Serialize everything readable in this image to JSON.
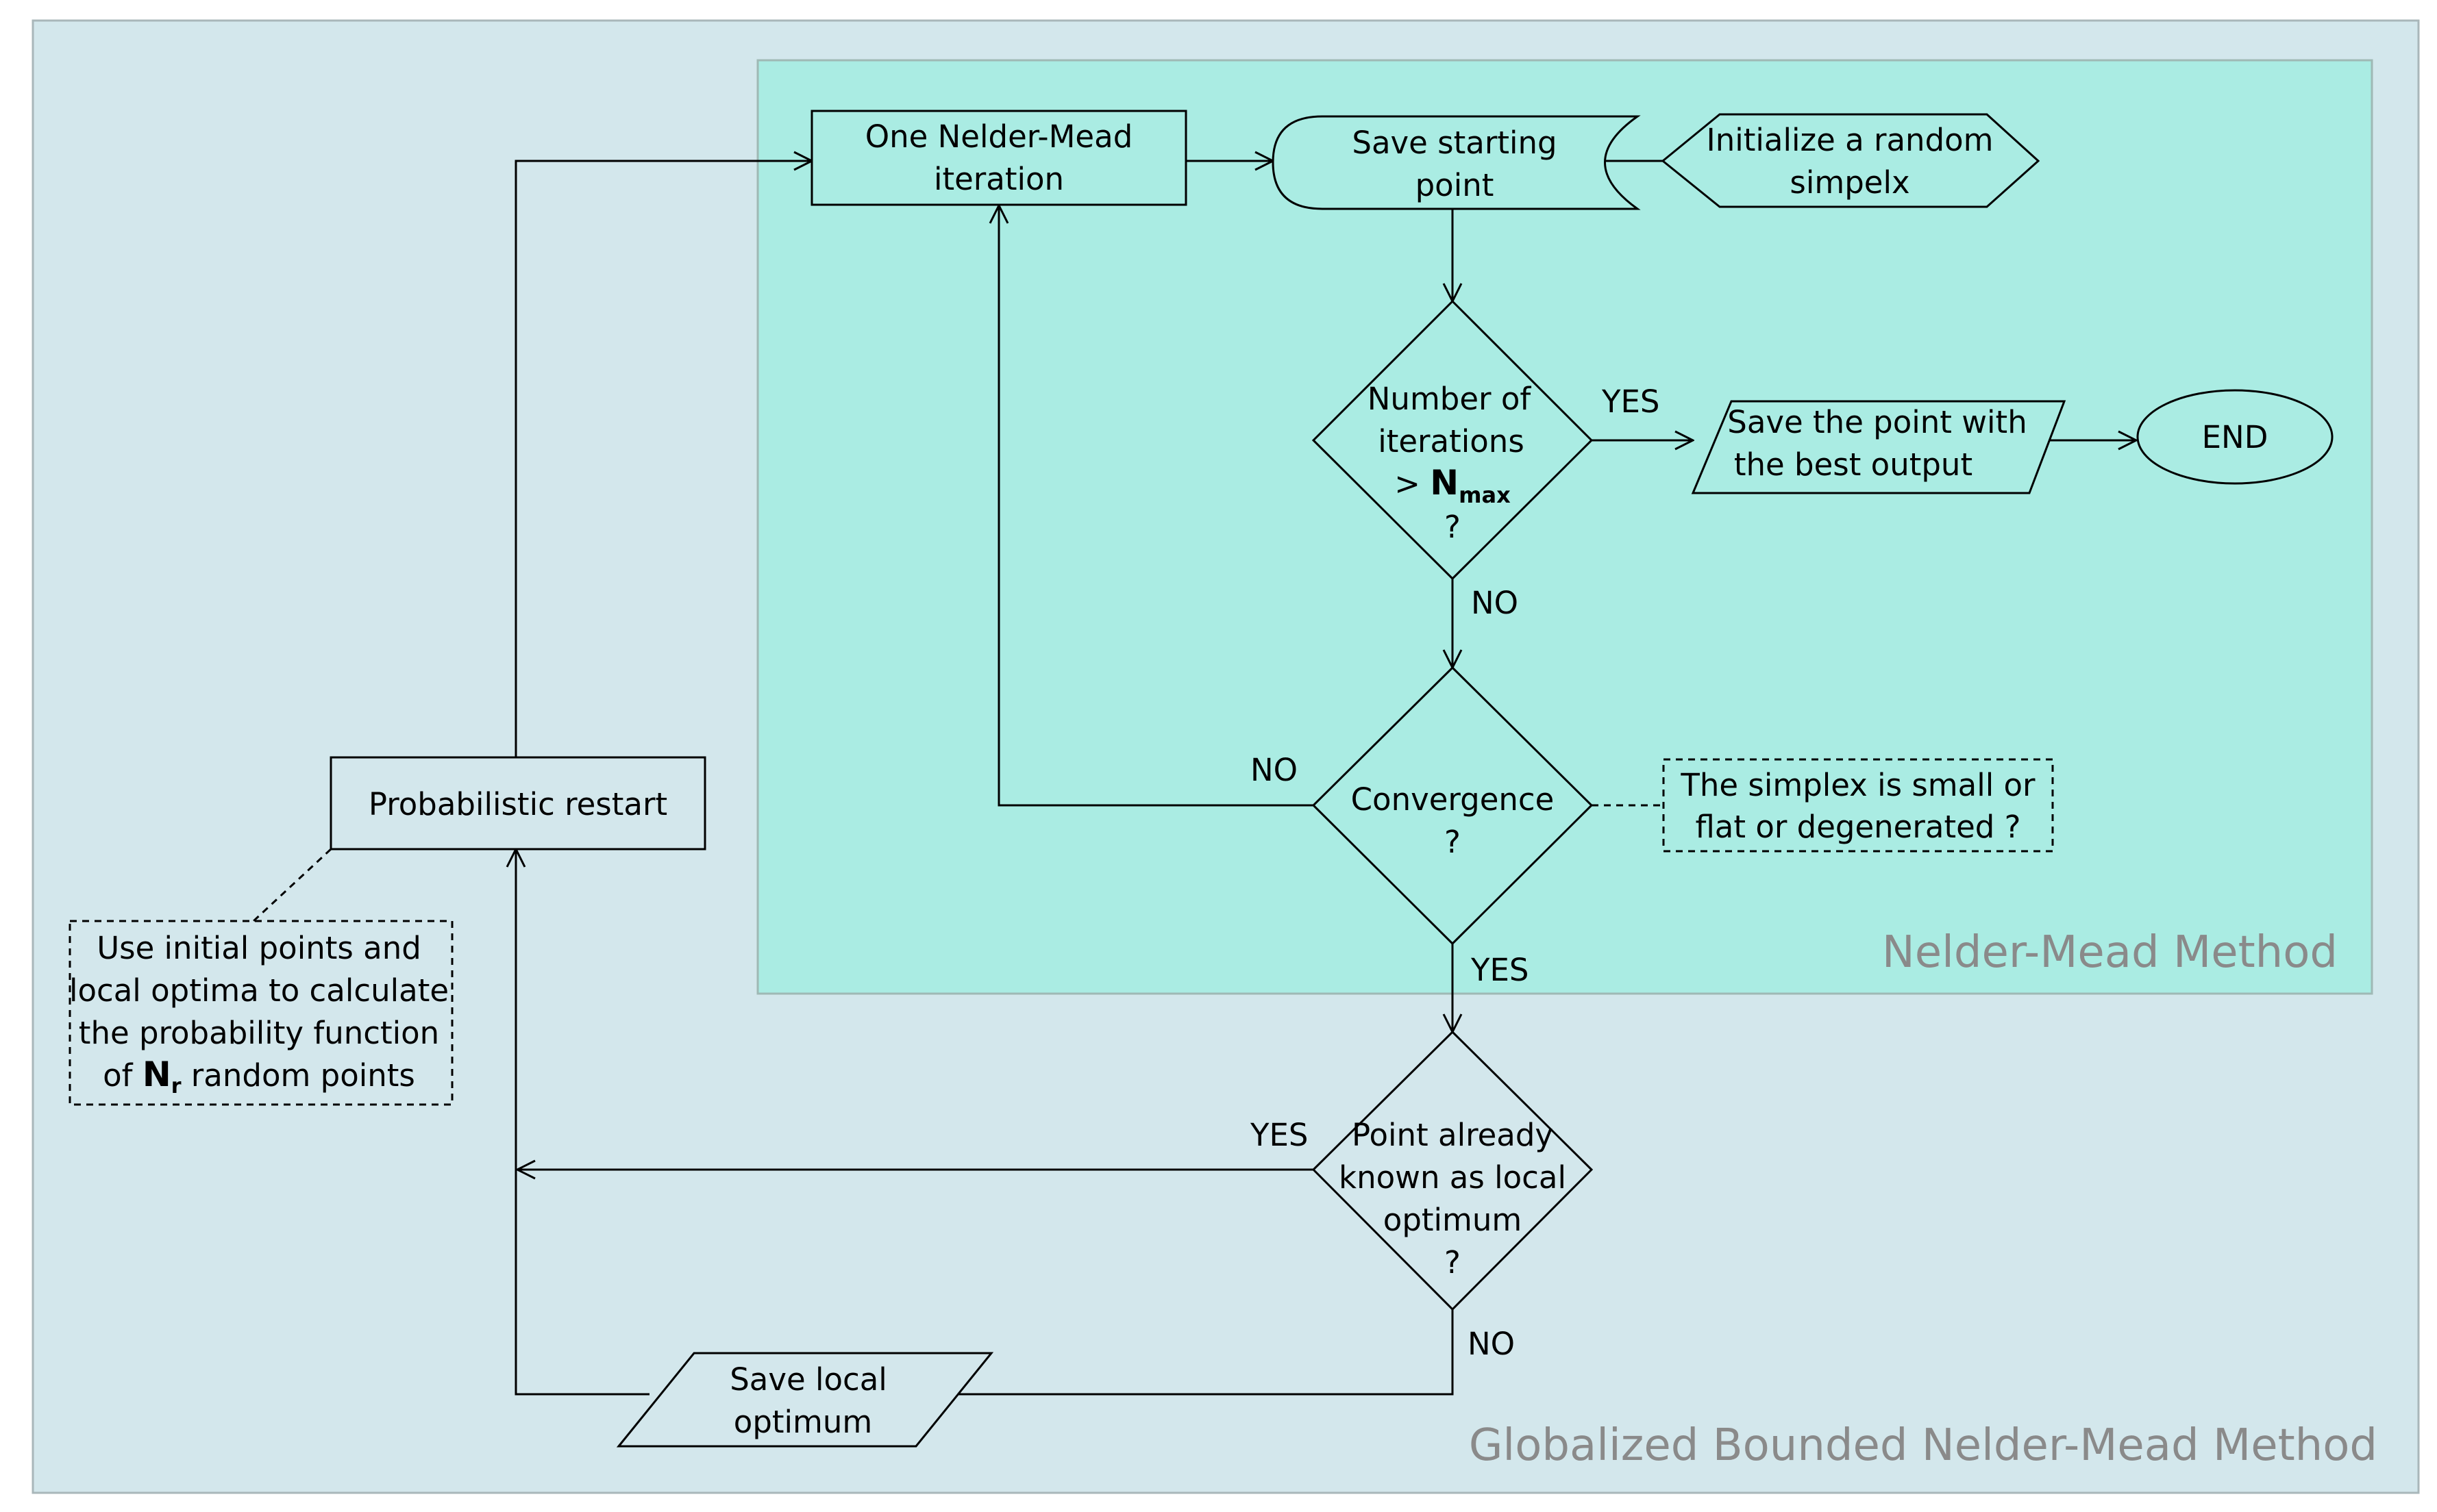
{
  "regions": {
    "outer": "Globalized Bounded Nelder-Mead Method",
    "inner": "Nelder-Mead Method"
  },
  "nodes": {
    "one_iter": [
      "One Nelder-Mead",
      "iteration"
    ],
    "save_start": [
      "Save starting",
      "point"
    ],
    "init_simplex": [
      "Initialize a random",
      "simpelx"
    ],
    "num_iter": [
      "Number of",
      "iterations"
    ],
    "num_iter_q": "?",
    "nmax_prefix": ">",
    "nmax_main": "N",
    "nmax_sub": "max",
    "save_best": [
      "Save the point with",
      "the best output"
    ],
    "end": "END",
    "convergence": [
      "Convergence",
      "?"
    ],
    "simplex_note": [
      "The simplex is small or",
      "flat or degenerated ?"
    ],
    "restart": "Probabilistic restart",
    "restart_note": [
      "Use initial points and",
      "local optima to calculate",
      "the probability function"
    ],
    "restart_note_last_prefix": "of",
    "restart_note_N": "N",
    "restart_note_sub": "r",
    "restart_note_last_suffix": "random points",
    "known_optimum": [
      "Point already",
      "known as local",
      "optimum",
      "?"
    ],
    "save_local": [
      "Save local",
      "optimum"
    ]
  },
  "edges": {
    "yes_iter": "YES",
    "no_iter": "NO",
    "no_conv": "NO",
    "yes_conv": "YES",
    "yes_known": "YES",
    "no_known": "NO"
  },
  "colors": {
    "outer_fill": "#d3e7ec",
    "inner_fill": "#aaece3",
    "stroke": "#000000",
    "region_label": "#8a8a8a"
  }
}
